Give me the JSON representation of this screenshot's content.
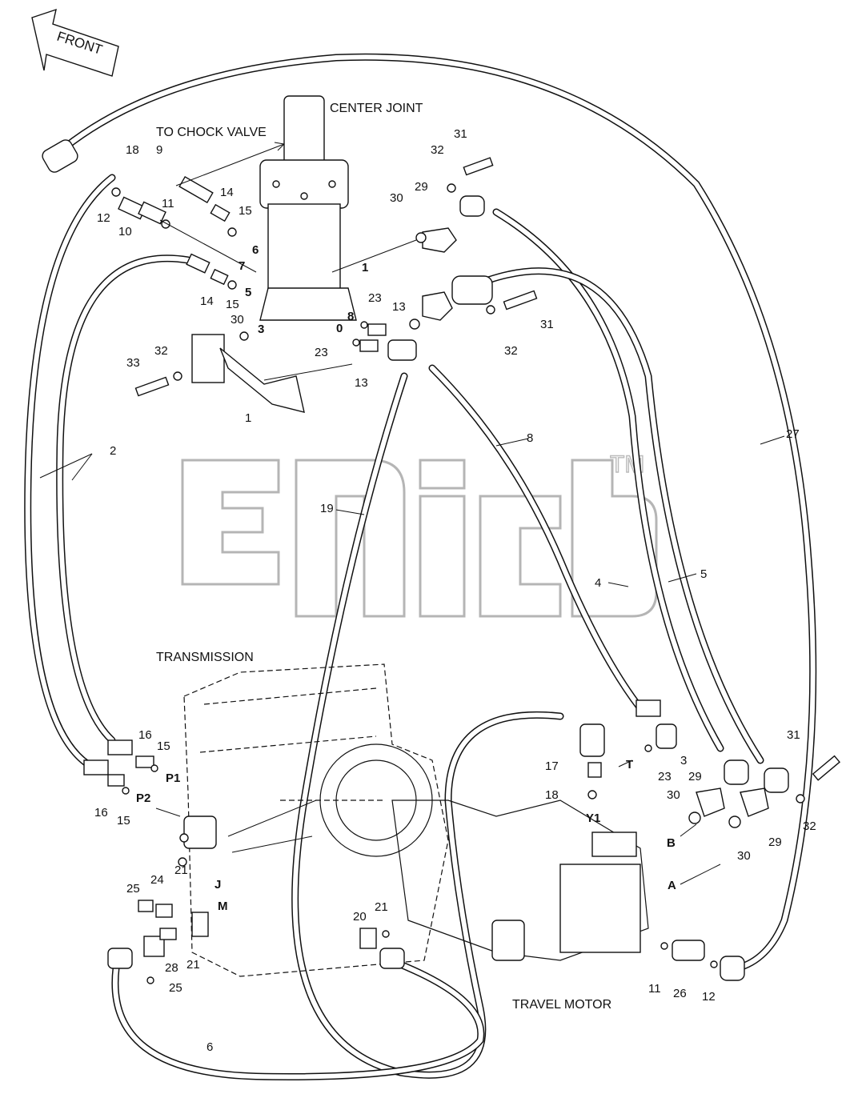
{
  "diagram": {
    "captions": {
      "front": "FRONT",
      "center_joint": "CENTER JOINT",
      "to_chock_valve": "TO CHOCK VALVE",
      "transmission": "TRANSMISSION",
      "travel_motor": "TRAVEL MOTOR",
      "watermark_tm": "TM"
    },
    "port_labels": {
      "p1": "P1",
      "p2": "P2",
      "j": "J",
      "m": "M",
      "t": "T",
      "y1": "Y1",
      "a": "A",
      "b": "B",
      "cj_1": "1",
      "cj_3": "3",
      "cj_5": "5",
      "cj_6": "6",
      "cj_7": "7",
      "cj_8": "8",
      "cj_0": "0"
    },
    "part_numbers": {
      "n31a": "31",
      "n32a": "32",
      "n29a": "29",
      "n30a": "30",
      "n18a": "18",
      "n9": "9",
      "n12a": "12",
      "n10": "10",
      "n11a": "11",
      "n14a": "14",
      "n15a": "15",
      "n14b": "14",
      "n15b": "15",
      "n23a": "23",
      "n13a": "13",
      "n23b": "23",
      "n13b": "13",
      "n30b": "30",
      "n31b": "31",
      "n32b": "32",
      "n33": "33",
      "n32c": "32",
      "n1": "1",
      "n2": "2",
      "n8": "8",
      "n27": "27",
      "n19": "19",
      "n4": "4",
      "n5": "5",
      "n16a": "16",
      "n15c": "15",
      "n16b": "16",
      "n15d": "15",
      "n17": "17",
      "n18b": "18",
      "n3": "3",
      "n23c": "23",
      "n29b": "29",
      "n30c": "30",
      "n31c": "31",
      "n29c": "29",
      "n30d": "30",
      "n32d": "32",
      "n21a": "21",
      "n25a": "25",
      "n24": "24",
      "n28": "28",
      "n21b": "21",
      "n25b": "25",
      "n20": "20",
      "n21c": "21",
      "n11b": "11",
      "n26": "26",
      "n12b": "12",
      "n6": "6"
    }
  }
}
